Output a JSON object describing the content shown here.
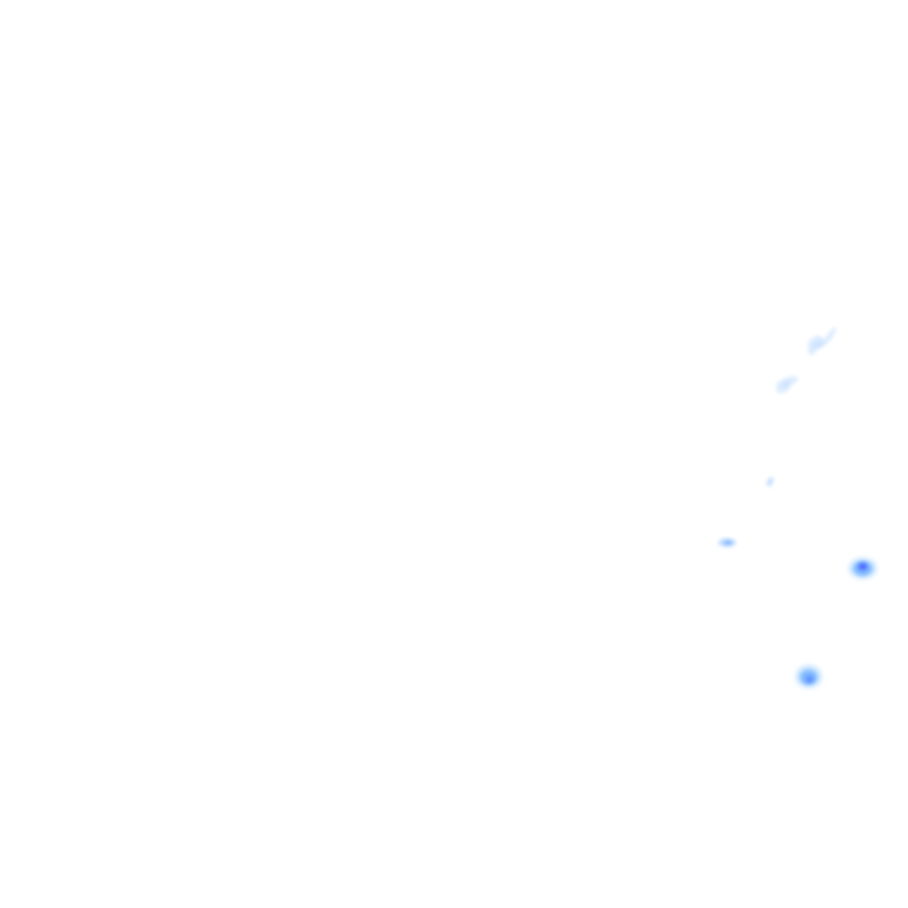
{
  "map": {
    "background_color": "#ffffff",
    "legend_colors": {
      "very_light": "#dcecff",
      "light": "#b9dcff",
      "medium": "#7fb8ff",
      "strong": "#5b8cff",
      "core": "#4f6bff"
    },
    "echoes": [
      {
        "kind": "streak",
        "intensity": "very_light"
      },
      {
        "kind": "streak",
        "intensity": "very_light"
      },
      {
        "kind": "fleck",
        "intensity": "light"
      },
      {
        "kind": "fleck",
        "intensity": "light"
      },
      {
        "kind": "cell",
        "intensity": "strong"
      },
      {
        "kind": "cell",
        "intensity": "medium"
      }
    ]
  }
}
